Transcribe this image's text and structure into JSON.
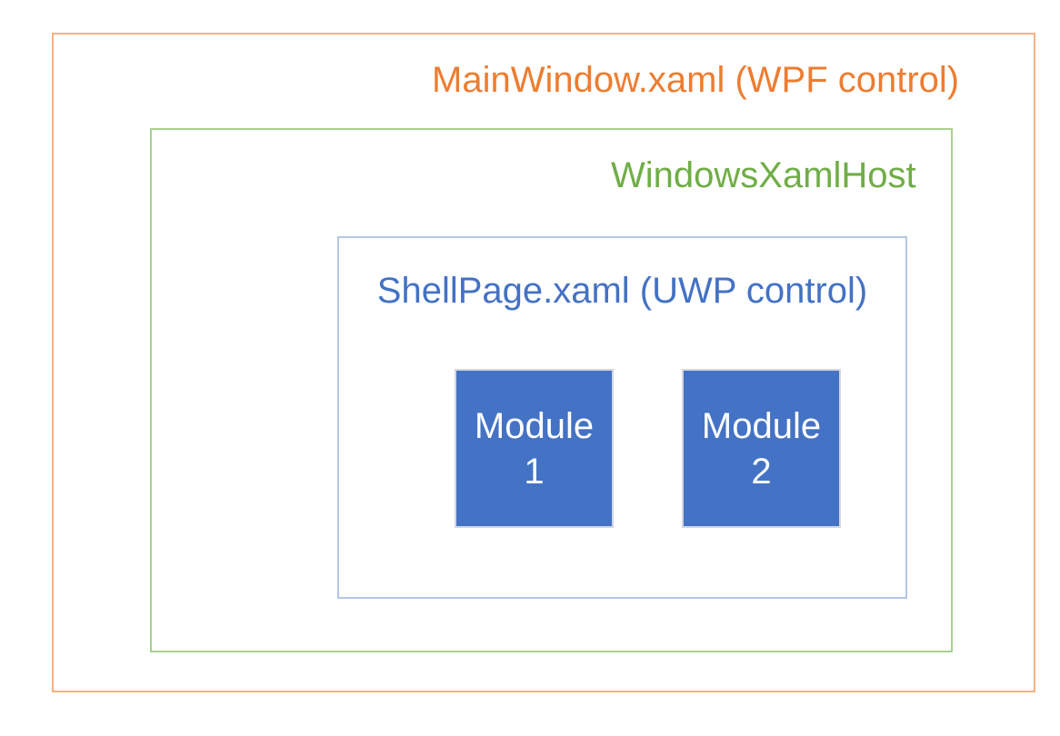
{
  "page": {
    "background_color": "#FFFFFF"
  },
  "boxes": {
    "main_window": {
      "label": "MainWindow.xaml (WPF control)",
      "text_color": "#ED7D31",
      "border_color": "#F4B183"
    },
    "xaml_host": {
      "label": "WindowsXamlHost",
      "text_color": "#70AD47",
      "border_color": "#A9D18E"
    },
    "shell_page": {
      "label": "ShellPage.xaml (UWP control)",
      "text_color": "#4472C4",
      "border_color": "#B4C7E7"
    }
  },
  "modules": [
    {
      "line1": "Module",
      "line2": "1",
      "fill_color": "#4472C4",
      "text_color": "#FFFFFF"
    },
    {
      "line1": "Module",
      "line2": "2",
      "fill_color": "#4472C4",
      "text_color": "#FFFFFF"
    }
  ]
}
